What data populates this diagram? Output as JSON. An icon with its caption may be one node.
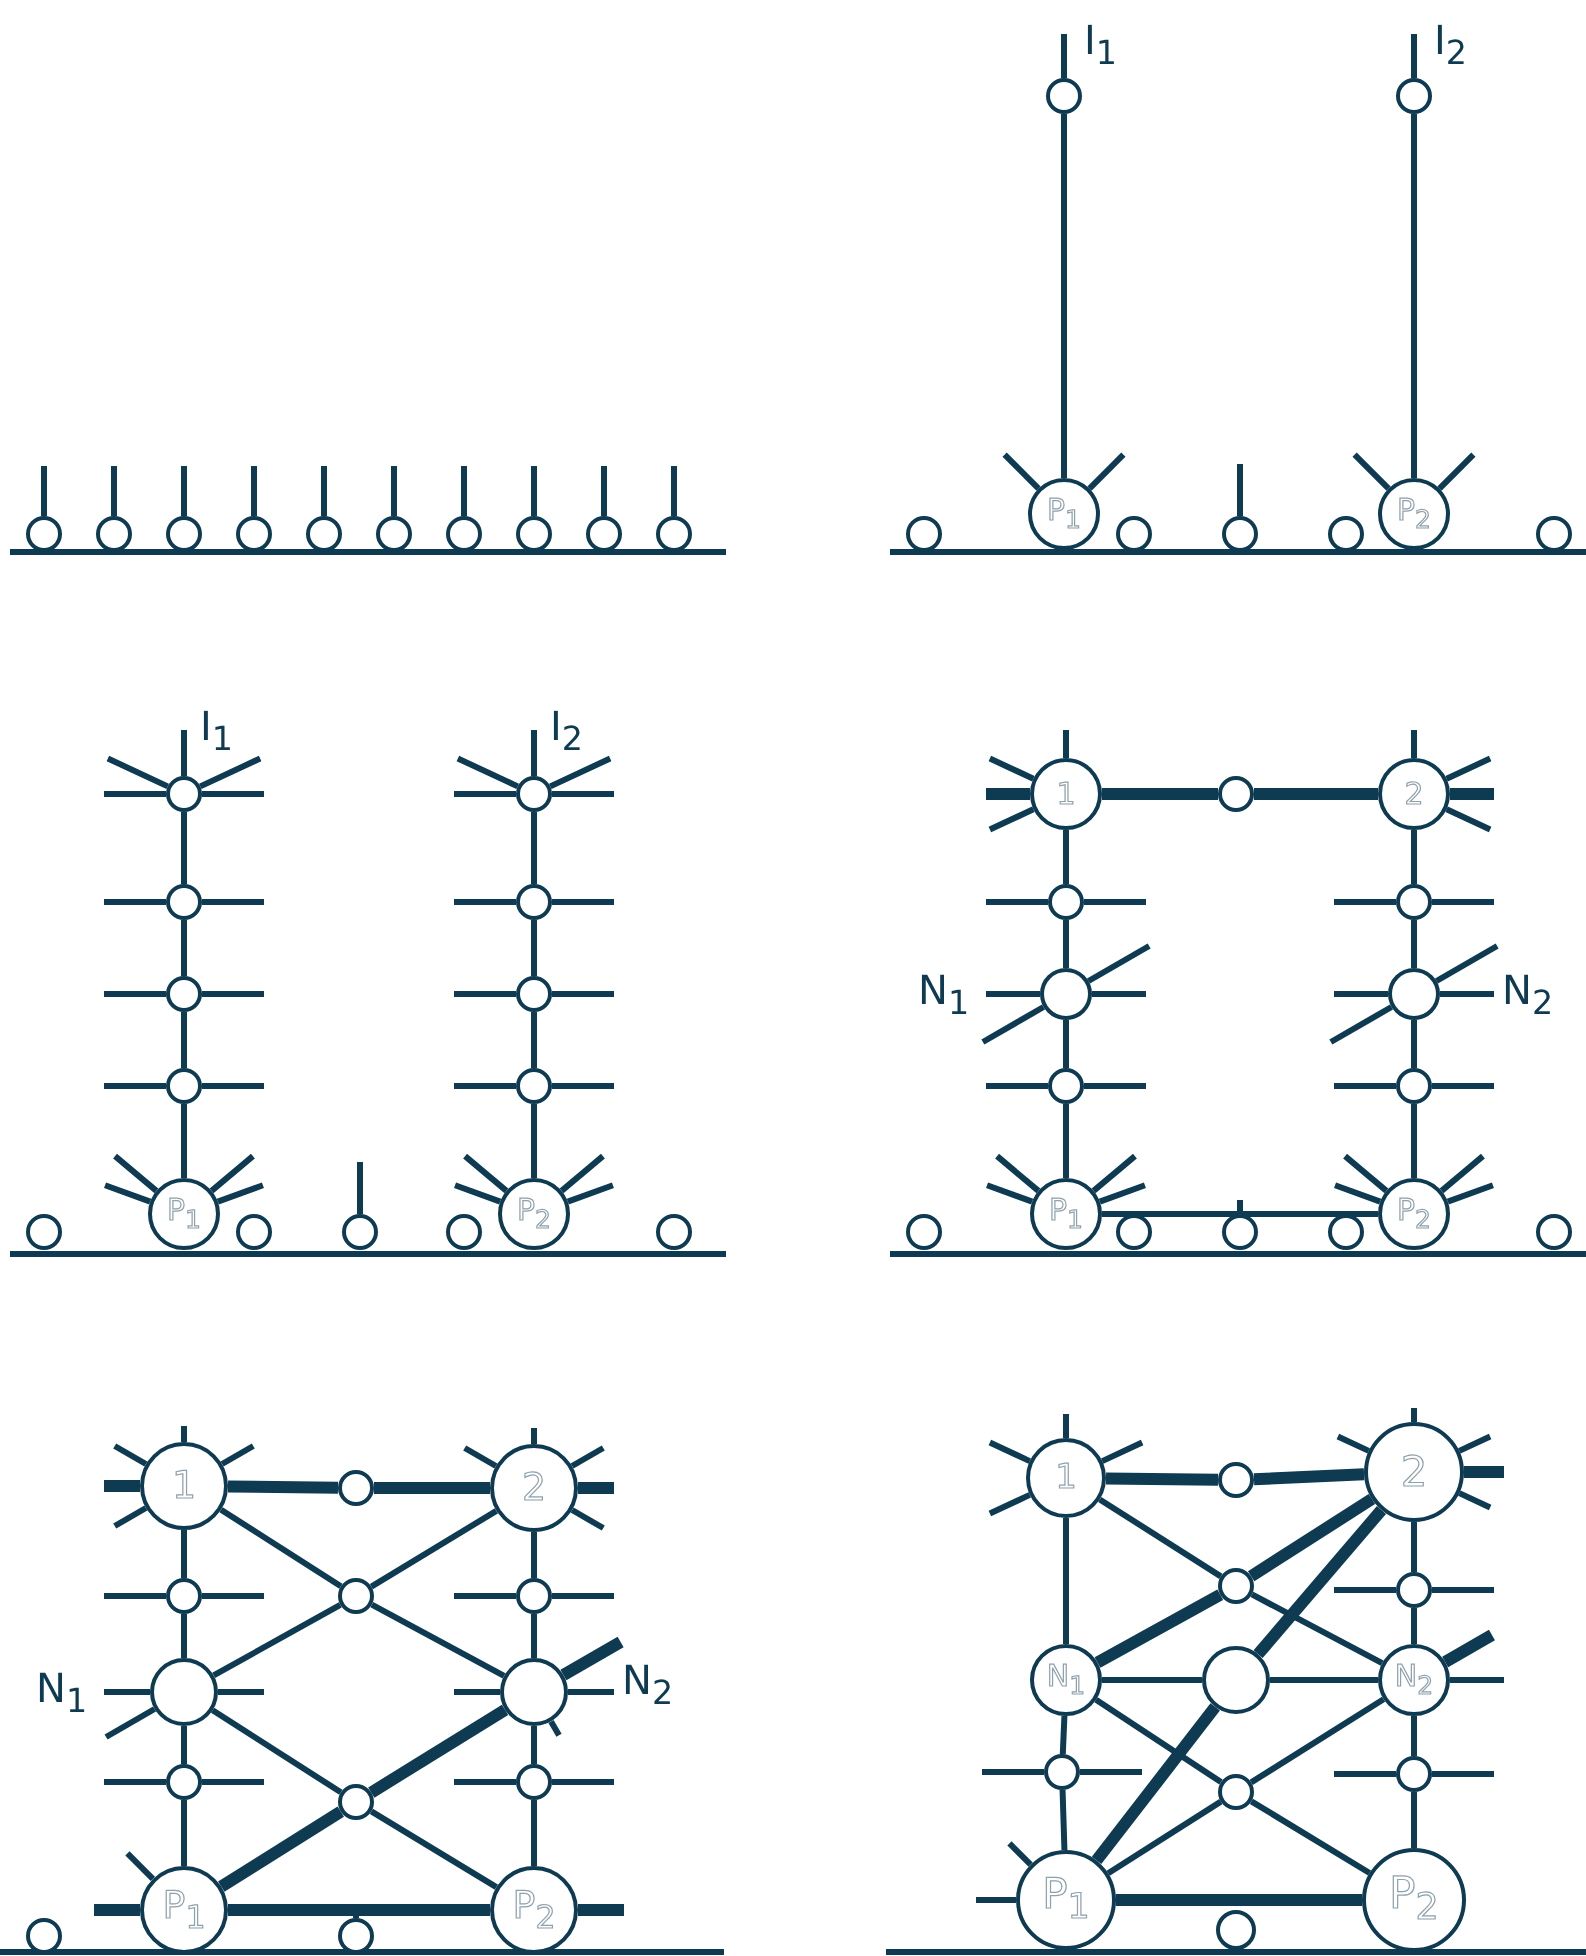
{
  "diagram": {
    "nodes": [
      {
        "text": [],
        "shape": "circle"
      },
      {
        "text": [],
        "shape": "circle"
      },
      {
        "text": [],
        "shape": "circle"
      },
      {
        "text": [],
        "shape": "circle"
      },
      {
        "text": [],
        "shape": "circle"
      },
      {
        "text": [],
        "shape": "circle"
      },
      {
        "text": [],
        "shape": "circle"
      },
      {
        "text": [],
        "shape": "circle"
      },
      {
        "text": [],
        "shape": "circle"
      },
      {
        "text": [],
        "shape": "circle"
      },
      {
        "text": [],
        "shape": "circle",
        "beside": [
          "I$_{1}$"
        ]
      },
      {
        "text": [],
        "shape": "circle",
        "beside": [
          "I$_{2}$"
        ]
      },
      {
        "text": [],
        "shape": "circle"
      },
      {
        "text": [
          "P$_{1}$"
        ]
      },
      {
        "text": [],
        "shape": "circle"
      },
      {
        "text": [],
        "shape": "circle"
      },
      {
        "text": [],
        "shape": "circle"
      },
      {
        "text": [
          "P$_{2}$"
        ]
      },
      {
        "text": [],
        "shape": "circle"
      },
      {
        "text": [],
        "shape": "circle",
        "beside": [
          "I$_{1}$"
        ]
      },
      {
        "text": [],
        "shape": "circle",
        "beside": [
          "I$_{2}$"
        ]
      },
      {
        "text": [],
        "shape": "circle"
      },
      {
        "text": [],
        "shape": "circle"
      },
      {
        "text": [],
        "shape": "circle"
      },
      {
        "text": [],
        "shape": "circle"
      },
      {
        "text": [],
        "shape": "circle"
      },
      {
        "text": [],
        "shape": "circle"
      },
      {
        "text": [],
        "shape": "circle"
      },
      {
        "text": [
          "P$_{1}$"
        ]
      },
      {
        "text": [],
        "shape": "circle"
      },
      {
        "text": [],
        "shape": "circle"
      },
      {
        "text": [],
        "shape": "circle"
      },
      {
        "text": [
          "P$_{2}$"
        ]
      },
      {
        "text": [],
        "shape": "circle"
      },
      {
        "text": [
          "1"
        ]
      },
      {
        "text": [],
        "shape": "circle"
      },
      {
        "text": [
          "2"
        ]
      },
      {
        "text": [],
        "shape": "circle"
      },
      {
        "text": [],
        "shape": "circle"
      },
      {
        "text": [],
        "shape": "circle",
        "beside": [
          "N$_{1}$"
        ]
      },
      {
        "text": [],
        "shape": "circle",
        "beside": [
          "N$_{2}$"
        ]
      },
      {
        "text": [],
        "shape": "circle"
      },
      {
        "text": [],
        "shape": "circle"
      },
      {
        "text": [],
        "shape": "circle"
      },
      {
        "text": [
          "P$_{1}$"
        ]
      },
      {
        "text": [],
        "shape": "circle"
      },
      {
        "text": [],
        "shape": "circle"
      },
      {
        "text": [],
        "shape": "circle"
      },
      {
        "text": [
          "P$_{2}$"
        ]
      },
      {
        "text": [],
        "shape": "circle"
      },
      {
        "text": [
          "1"
        ]
      },
      {
        "text": [],
        "shape": "circle"
      },
      {
        "text": [
          "2"
        ]
      },
      {
        "text": [],
        "shape": "circle"
      },
      {
        "text": [],
        "shape": "circle"
      },
      {
        "text": [],
        "shape": "circle"
      },
      {
        "text": [],
        "shape": "circle",
        "beside": [
          "N$_{1}$"
        ]
      },
      {
        "text": [],
        "shape": "circle",
        "beside": [
          "N$_{2}$"
        ]
      },
      {
        "text": [],
        "shape": "circle"
      },
      {
        "text": [],
        "shape": "circle"
      },
      {
        "text": [],
        "shape": "circle"
      },
      {
        "text": [],
        "shape": "circle"
      },
      {
        "text": [
          "P$_{1}$"
        ]
      },
      {
        "text": [],
        "shape": "circle"
      },
      {
        "text": [
          "P$_{2}$"
        ]
      },
      {
        "text": [
          "1"
        ]
      },
      {
        "text": [],
        "shape": "circle"
      },
      {
        "text": [
          "2"
        ]
      },
      {
        "text": [],
        "shape": "circle"
      },
      {
        "text": [],
        "shape": "circle"
      },
      {
        "text": [
          "N$_{1}$"
        ]
      },
      {
        "text": [],
        "shape": "circle"
      },
      {
        "text": [
          "N$_{2}$"
        ]
      },
      {
        "text": [],
        "shape": "circle"
      },
      {
        "text": [],
        "shape": "circle"
      },
      {
        "text": [],
        "shape": "circle"
      },
      {
        "text": [
          "P$_{1}$"
        ]
      },
      {
        "text": [],
        "shape": "circle"
      },
      {
        "text": [
          "P$_{2}$"
        ]
      }
    ],
    "edges": [
      {
        "from": 10,
        "to": 13,
        "arrow": "none"
      },
      {
        "from": 11,
        "to": 17,
        "arrow": "none"
      },
      {
        "from": 19,
        "to": 21,
        "arrow": "none"
      },
      {
        "from": 21,
        "to": 23,
        "arrow": "none"
      },
      {
        "from": 23,
        "to": 25,
        "arrow": "none"
      },
      {
        "from": 25,
        "to": 28,
        "arrow": "none"
      },
      {
        "from": 20,
        "to": 22,
        "arrow": "none"
      },
      {
        "from": 22,
        "to": 24,
        "arrow": "none"
      },
      {
        "from": 24,
        "to": 26,
        "arrow": "none"
      },
      {
        "from": 26,
        "to": 32,
        "arrow": "none"
      },
      {
        "from": 34,
        "to": 35,
        "arrow": "none",
        "style": "thick"
      },
      {
        "from": 35,
        "to": 36,
        "arrow": "none",
        "style": "thick"
      },
      {
        "from": 34,
        "to": 37,
        "arrow": "none"
      },
      {
        "from": 37,
        "to": 39,
        "arrow": "none"
      },
      {
        "from": 39,
        "to": 41,
        "arrow": "none"
      },
      {
        "from": 41,
        "to": 44,
        "arrow": "none"
      },
      {
        "from": 36,
        "to": 38,
        "arrow": "none"
      },
      {
        "from": 38,
        "to": 40,
        "arrow": "none"
      },
      {
        "from": 40,
        "to": 42,
        "arrow": "none"
      },
      {
        "from": 42,
        "to": 48,
        "arrow": "none"
      },
      {
        "from": 44,
        "to": 48,
        "arrow": "none"
      },
      {
        "from": 46,
        "to": null,
        "arrow": "none"
      },
      {
        "from": 50,
        "to": 51,
        "arrow": "none",
        "style": "thick"
      },
      {
        "from": 51,
        "to": 52,
        "arrow": "none",
        "style": "thick"
      },
      {
        "from": 50,
        "to": 53,
        "arrow": "none"
      },
      {
        "from": 53,
        "to": 56,
        "arrow": "none"
      },
      {
        "from": 56,
        "to": 58,
        "arrow": "none"
      },
      {
        "from": 58,
        "to": 62,
        "arrow": "none"
      },
      {
        "from": 52,
        "to": 55,
        "arrow": "none"
      },
      {
        "from": 55,
        "to": 57,
        "arrow": "none"
      },
      {
        "from": 57,
        "to": 60,
        "arrow": "none"
      },
      {
        "from": 60,
        "to": 64,
        "arrow": "none"
      },
      {
        "from": 50,
        "to": 54,
        "arrow": "none"
      },
      {
        "from": 54,
        "to": 57,
        "arrow": "none"
      },
      {
        "from": 52,
        "to": 54,
        "arrow": "none"
      },
      {
        "from": 54,
        "to": 56,
        "arrow": "none"
      },
      {
        "from": 56,
        "to": 59,
        "arrow": "none"
      },
      {
        "from": 59,
        "to": 64,
        "arrow": "none"
      },
      {
        "from": 62,
        "to": 59,
        "arrow": "none",
        "style": "thick"
      },
      {
        "from": 59,
        "to": 57,
        "arrow": "none",
        "style": "thick"
      },
      {
        "from": 62,
        "to": 64,
        "arrow": "none",
        "style": "thick"
      },
      {
        "from": 63,
        "to": null,
        "arrow": "none"
      },
      {
        "from": 65,
        "to": 66,
        "arrow": "none",
        "style": "thick"
      },
      {
        "from": 66,
        "to": 67,
        "arrow": "none",
        "style": "thick"
      },
      {
        "from": 65,
        "to": 70,
        "arrow": "none"
      },
      {
        "from": 70,
        "to": 73,
        "arrow": "none"
      },
      {
        "from": 73,
        "to": 76,
        "arrow": "none"
      },
      {
        "from": 67,
        "to": 69,
        "arrow": "none"
      },
      {
        "from": 69,
        "to": 72,
        "arrow": "none"
      },
      {
        "from": 72,
        "to": 75,
        "arrow": "none"
      },
      {
        "from": 75,
        "to": 78,
        "arrow": "none"
      },
      {
        "from": 65,
        "to": 68,
        "arrow": "none"
      },
      {
        "from": 68,
        "to": 72,
        "arrow": "none"
      },
      {
        "from": 70,
        "to": 68,
        "arrow": "none",
        "style": "thick"
      },
      {
        "from": 68,
        "to": 67,
        "arrow": "none",
        "style": "thick"
      },
      {
        "from": 70,
        "to": 71,
        "arrow": "none"
      },
      {
        "from": 71,
        "to": 72,
        "arrow": "none"
      },
      {
        "from": 76,
        "to": 71,
        "arrow": "none",
        "style": "thick"
      },
      {
        "from": 71,
        "to": 67,
        "arrow": "none",
        "style": "thick"
      },
      {
        "from": 70,
        "to": 74,
        "arrow": "none"
      },
      {
        "from": 74,
        "to": 78,
        "arrow": "none"
      },
      {
        "from": 76,
        "to": 74,
        "arrow": "none"
      },
      {
        "from": 74,
        "to": 72,
        "arrow": "none"
      },
      {
        "from": 76,
        "to": 78,
        "arrow": "none",
        "style": "thick"
      }
    ]
  }
}
